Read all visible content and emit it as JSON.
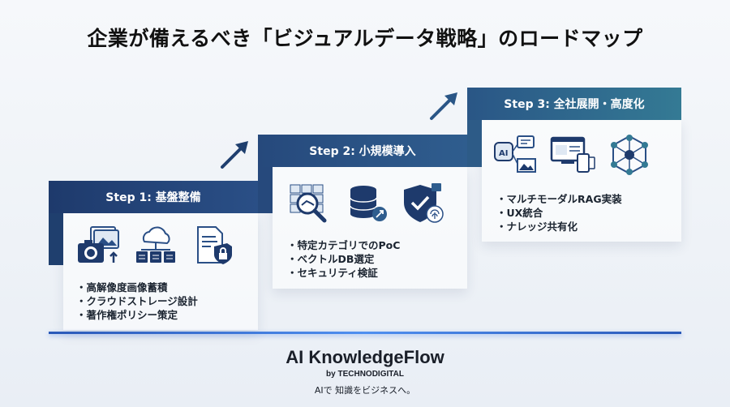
{
  "title": "企業が備えるべき「ビジュアルデータ戦略」のロードマップ",
  "steps": [
    {
      "label": "Step 1: 基盤整備",
      "icons": [
        "camera-photos-icon",
        "cloud-server-icon",
        "document-lock-icon"
      ],
      "bullets": [
        "高解像度画像蓄積",
        "クラウドストレージ設計",
        "著作権ポリシー策定"
      ]
    },
    {
      "label": "Step 2: 小規模導入",
      "icons": [
        "image-search-icon",
        "database-icon",
        "shield-fingerprint-icon"
      ],
      "bullets": [
        "特定カテゴリでのPoC",
        "ベクトルDB選定",
        "セキュリティ検証"
      ]
    },
    {
      "label": "Step 3: 全社展開・高度化",
      "icons": [
        "ai-multimodal-icon",
        "devices-icon",
        "knowledge-network-icon"
      ],
      "bullets": [
        "マルチモーダルRAG実装",
        "UX統合",
        "ナレッジ共有化"
      ]
    }
  ],
  "brand": {
    "name": "AI KnowledgeFlow",
    "sub": "by TECHNODIGITAL",
    "tagline": "AIで 知識をビジネスへ。"
  },
  "colors": {
    "step1": "#1e3a6c",
    "step2": "#26497c",
    "step3": "#347a94",
    "accent": "#4f8ff0"
  }
}
